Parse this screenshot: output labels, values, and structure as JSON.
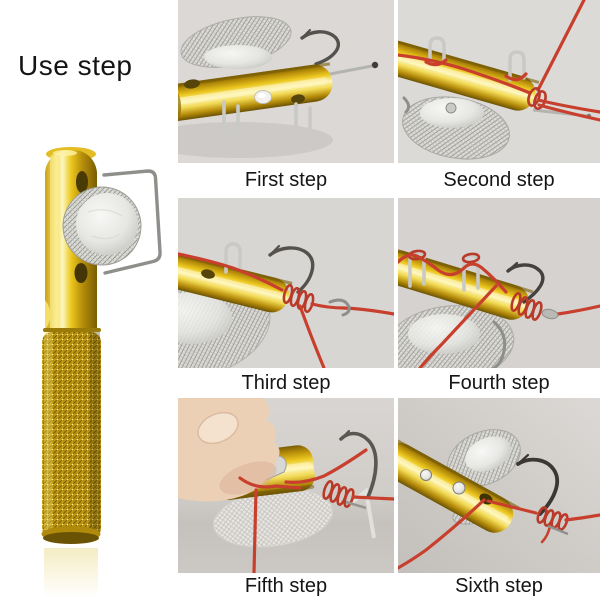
{
  "title": "Use step",
  "steps": [
    {
      "label": "First step",
      "illustration": "hook-tier-tool-with-hook-clamped"
    },
    {
      "label": "Second step",
      "illustration": "line-threaded-through-wire-prongs"
    },
    {
      "label": "Third step",
      "illustration": "line-wrapped-around-tool-tip-knot-forming"
    },
    {
      "label": "Fourth step",
      "illustration": "knot-wraps-tightened-on-hook-eye"
    },
    {
      "label": "Fifth step",
      "illustration": "hand-pressing-tool-while-tightening-knot"
    },
    {
      "label": "Sixth step",
      "illustration": "finished-snell-knot-on-hook"
    }
  ],
  "colors": {
    "page_bg": "#ffffff",
    "photo_bg": "#d8d5d2",
    "tool_gold": "#ecc81f",
    "knob_silver": "#dddcd8",
    "line_red": "#c8402d",
    "text": "#151515"
  }
}
